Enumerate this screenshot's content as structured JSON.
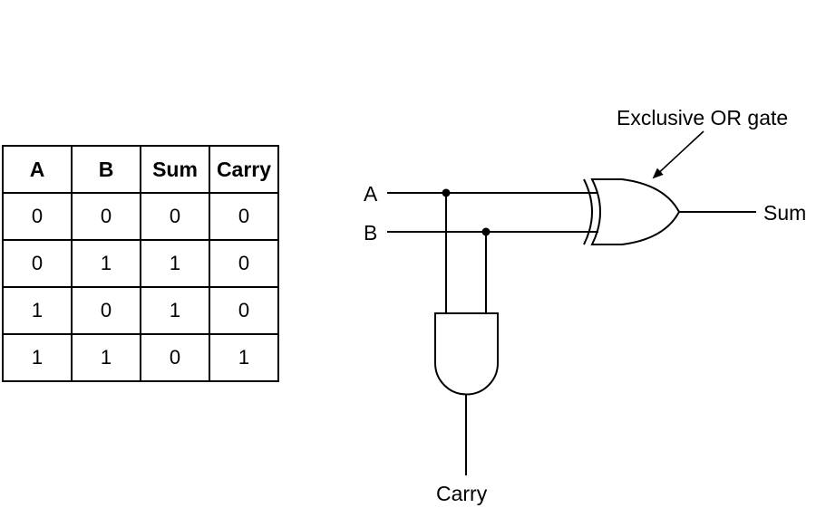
{
  "truth_table": {
    "headers": [
      "A",
      "B",
      "Sum",
      "Carry"
    ],
    "rows": [
      [
        "0",
        "0",
        "0",
        "0"
      ],
      [
        "0",
        "1",
        "1",
        "0"
      ],
      [
        "1",
        "0",
        "1",
        "0"
      ],
      [
        "1",
        "1",
        "0",
        "1"
      ]
    ]
  },
  "circuit": {
    "input_a_label": "A",
    "input_b_label": "B",
    "sum_label": "Sum",
    "carry_label": "Carry",
    "xor_annotation": "Exclusive OR gate"
  }
}
